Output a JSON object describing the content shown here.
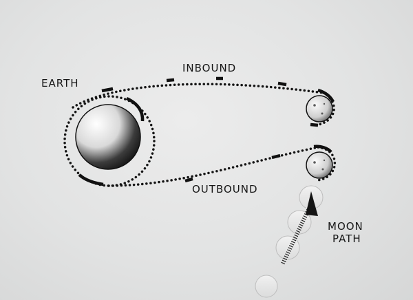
{
  "labels": {
    "earth": "EARTH",
    "inbound": "INBOUND",
    "outbound": "OUTBOUND",
    "moon_line1": "MOON",
    "moon_line2": "PATH"
  },
  "colors": {
    "background": "#e3e4e4",
    "ink": "#161616"
  }
}
